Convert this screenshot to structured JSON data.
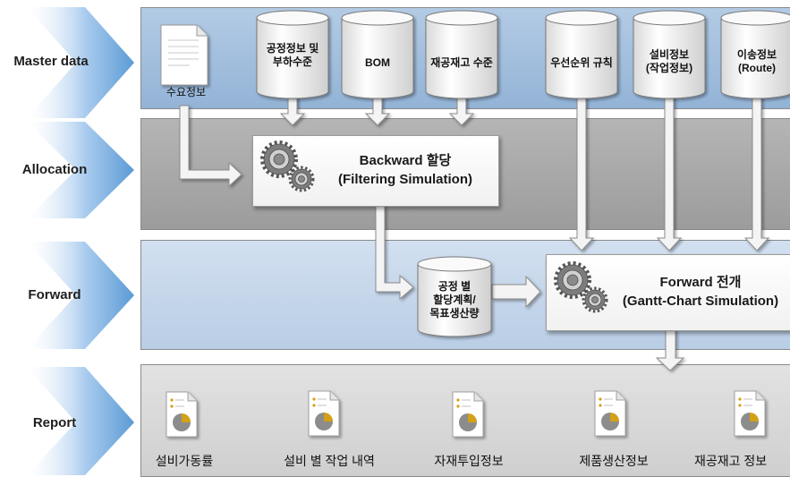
{
  "stages": {
    "master": "Master data",
    "allocation": "Allocation",
    "forward": "Forward",
    "report": "Report"
  },
  "master_sources": {
    "demand_doc": "수요정보",
    "process_load": [
      "공정정보 및",
      "부하수준"
    ],
    "bom": "BOM",
    "wip_level": "재공재고 수준",
    "priority_rule": "우선순위 규칙",
    "equipment": [
      "설비정보",
      "(작업정보)"
    ],
    "route": [
      "이송정보",
      "(Route)"
    ]
  },
  "backward_box": {
    "line1": "Backward 할당",
    "line2": "(Filtering Simulation)"
  },
  "plan_store": [
    "공정 별",
    "할당계획/",
    "목표생산량"
  ],
  "forward_box": {
    "line1": "Forward 전개",
    "line2": "(Gantt-Chart Simulation)"
  },
  "reports": [
    "설비가동률",
    "설비 별 작업 내역",
    "자재투입정보",
    "제품생산정보",
    "재공재고 정보"
  ],
  "colors": {
    "band_blue": "#9dbad9",
    "band_gray": "#a9a9a9",
    "band_lightblue": "#c5d6ea",
    "band_report": "#d6d6d6",
    "chevron": "#6fa8dc"
  }
}
